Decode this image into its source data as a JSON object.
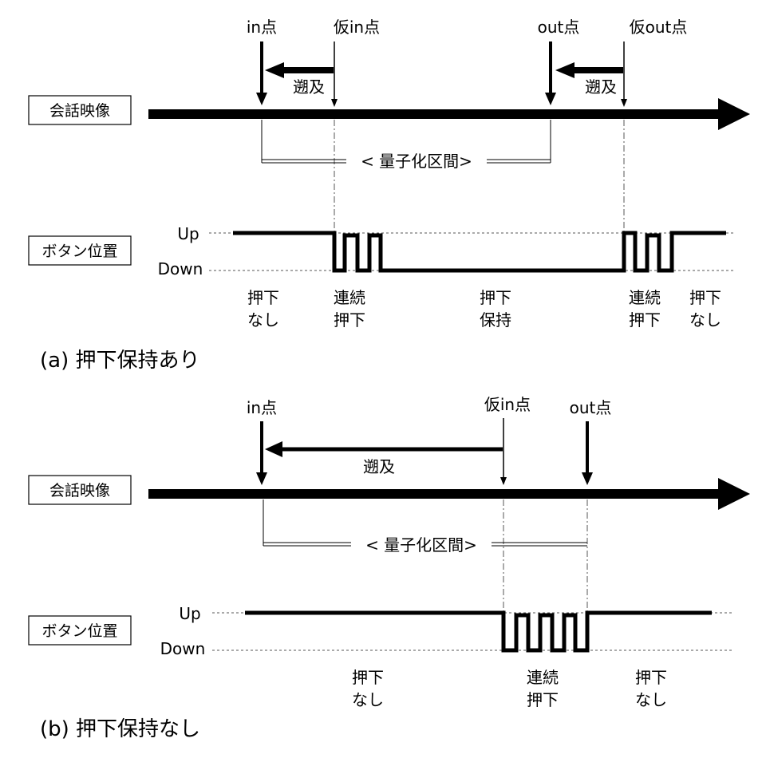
{
  "panel_a": {
    "caption": "(a) 押下保持あり",
    "track_video_label": "会話映像",
    "track_button_label": "ボタン位置",
    "in_point": "in点",
    "provisional_in_point": "仮in点",
    "out_point": "out点",
    "provisional_out_point": "仮out点",
    "retro_left": "遡及",
    "retro_right": "遡及",
    "interval_label": "< 量子化区間>",
    "level_up": "Up",
    "level_down": "Down",
    "states": [
      {
        "line1": "押下",
        "line2": "なし"
      },
      {
        "line1": "連続",
        "line2": "押下"
      },
      {
        "line1": "押下",
        "line2": "保持"
      },
      {
        "line1": "連続",
        "line2": "押下"
      },
      {
        "line1": "押下",
        "line2": "なし"
      }
    ]
  },
  "panel_b": {
    "caption": "(b) 押下保持なし",
    "track_video_label": "会話映像",
    "track_button_label": "ボタン位置",
    "in_point": "in点",
    "provisional_in_point": "仮in点",
    "out_point": "out点",
    "retro": "遡及",
    "interval_label": "< 量子化区間>",
    "level_up": "Up",
    "level_down": "Down",
    "states": [
      {
        "line1": "押下",
        "line2": "なし"
      },
      {
        "line1": "連続",
        "line2": "押下"
      },
      {
        "line1": "押下",
        "line2": "なし"
      }
    ]
  },
  "colors": {
    "ink": "#000000",
    "background": "#ffffff",
    "dashed": "#555555"
  }
}
